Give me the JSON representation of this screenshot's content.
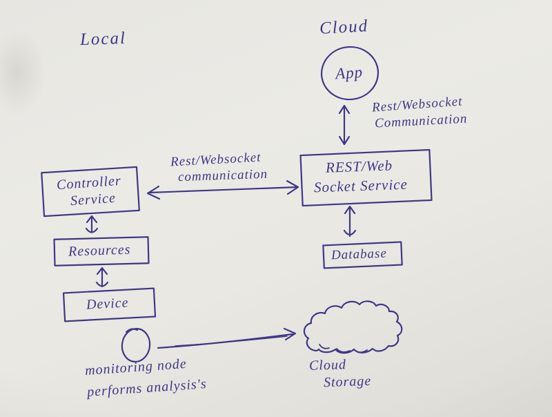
{
  "colors": {
    "ink": "#3e3787",
    "paper": "#e9e8e3"
  },
  "regions": {
    "local_label": "Local",
    "cloud_label": "Cloud"
  },
  "nodes": {
    "app": {
      "label": "App"
    },
    "rest_socket_service": {
      "line1": "REST/Web",
      "line2": "Socket Service"
    },
    "controller_service": {
      "line1": "Controller",
      "line2": "Service"
    },
    "resources": {
      "label": "Resources"
    },
    "device": {
      "label": "Device"
    },
    "database": {
      "label": "Database"
    },
    "cloud_storage": {
      "line1": "Cloud",
      "line2": "Storage"
    }
  },
  "edges": {
    "app_to_service": {
      "line1": "Rest/Websocket",
      "line2": "Communication"
    },
    "controller_to_service": {
      "line1": "Rest/Websocket",
      "line2": "communication"
    }
  },
  "notes": {
    "monitoring_line1": "monitoring node",
    "monitoring_line2": "performs analysis's"
  }
}
